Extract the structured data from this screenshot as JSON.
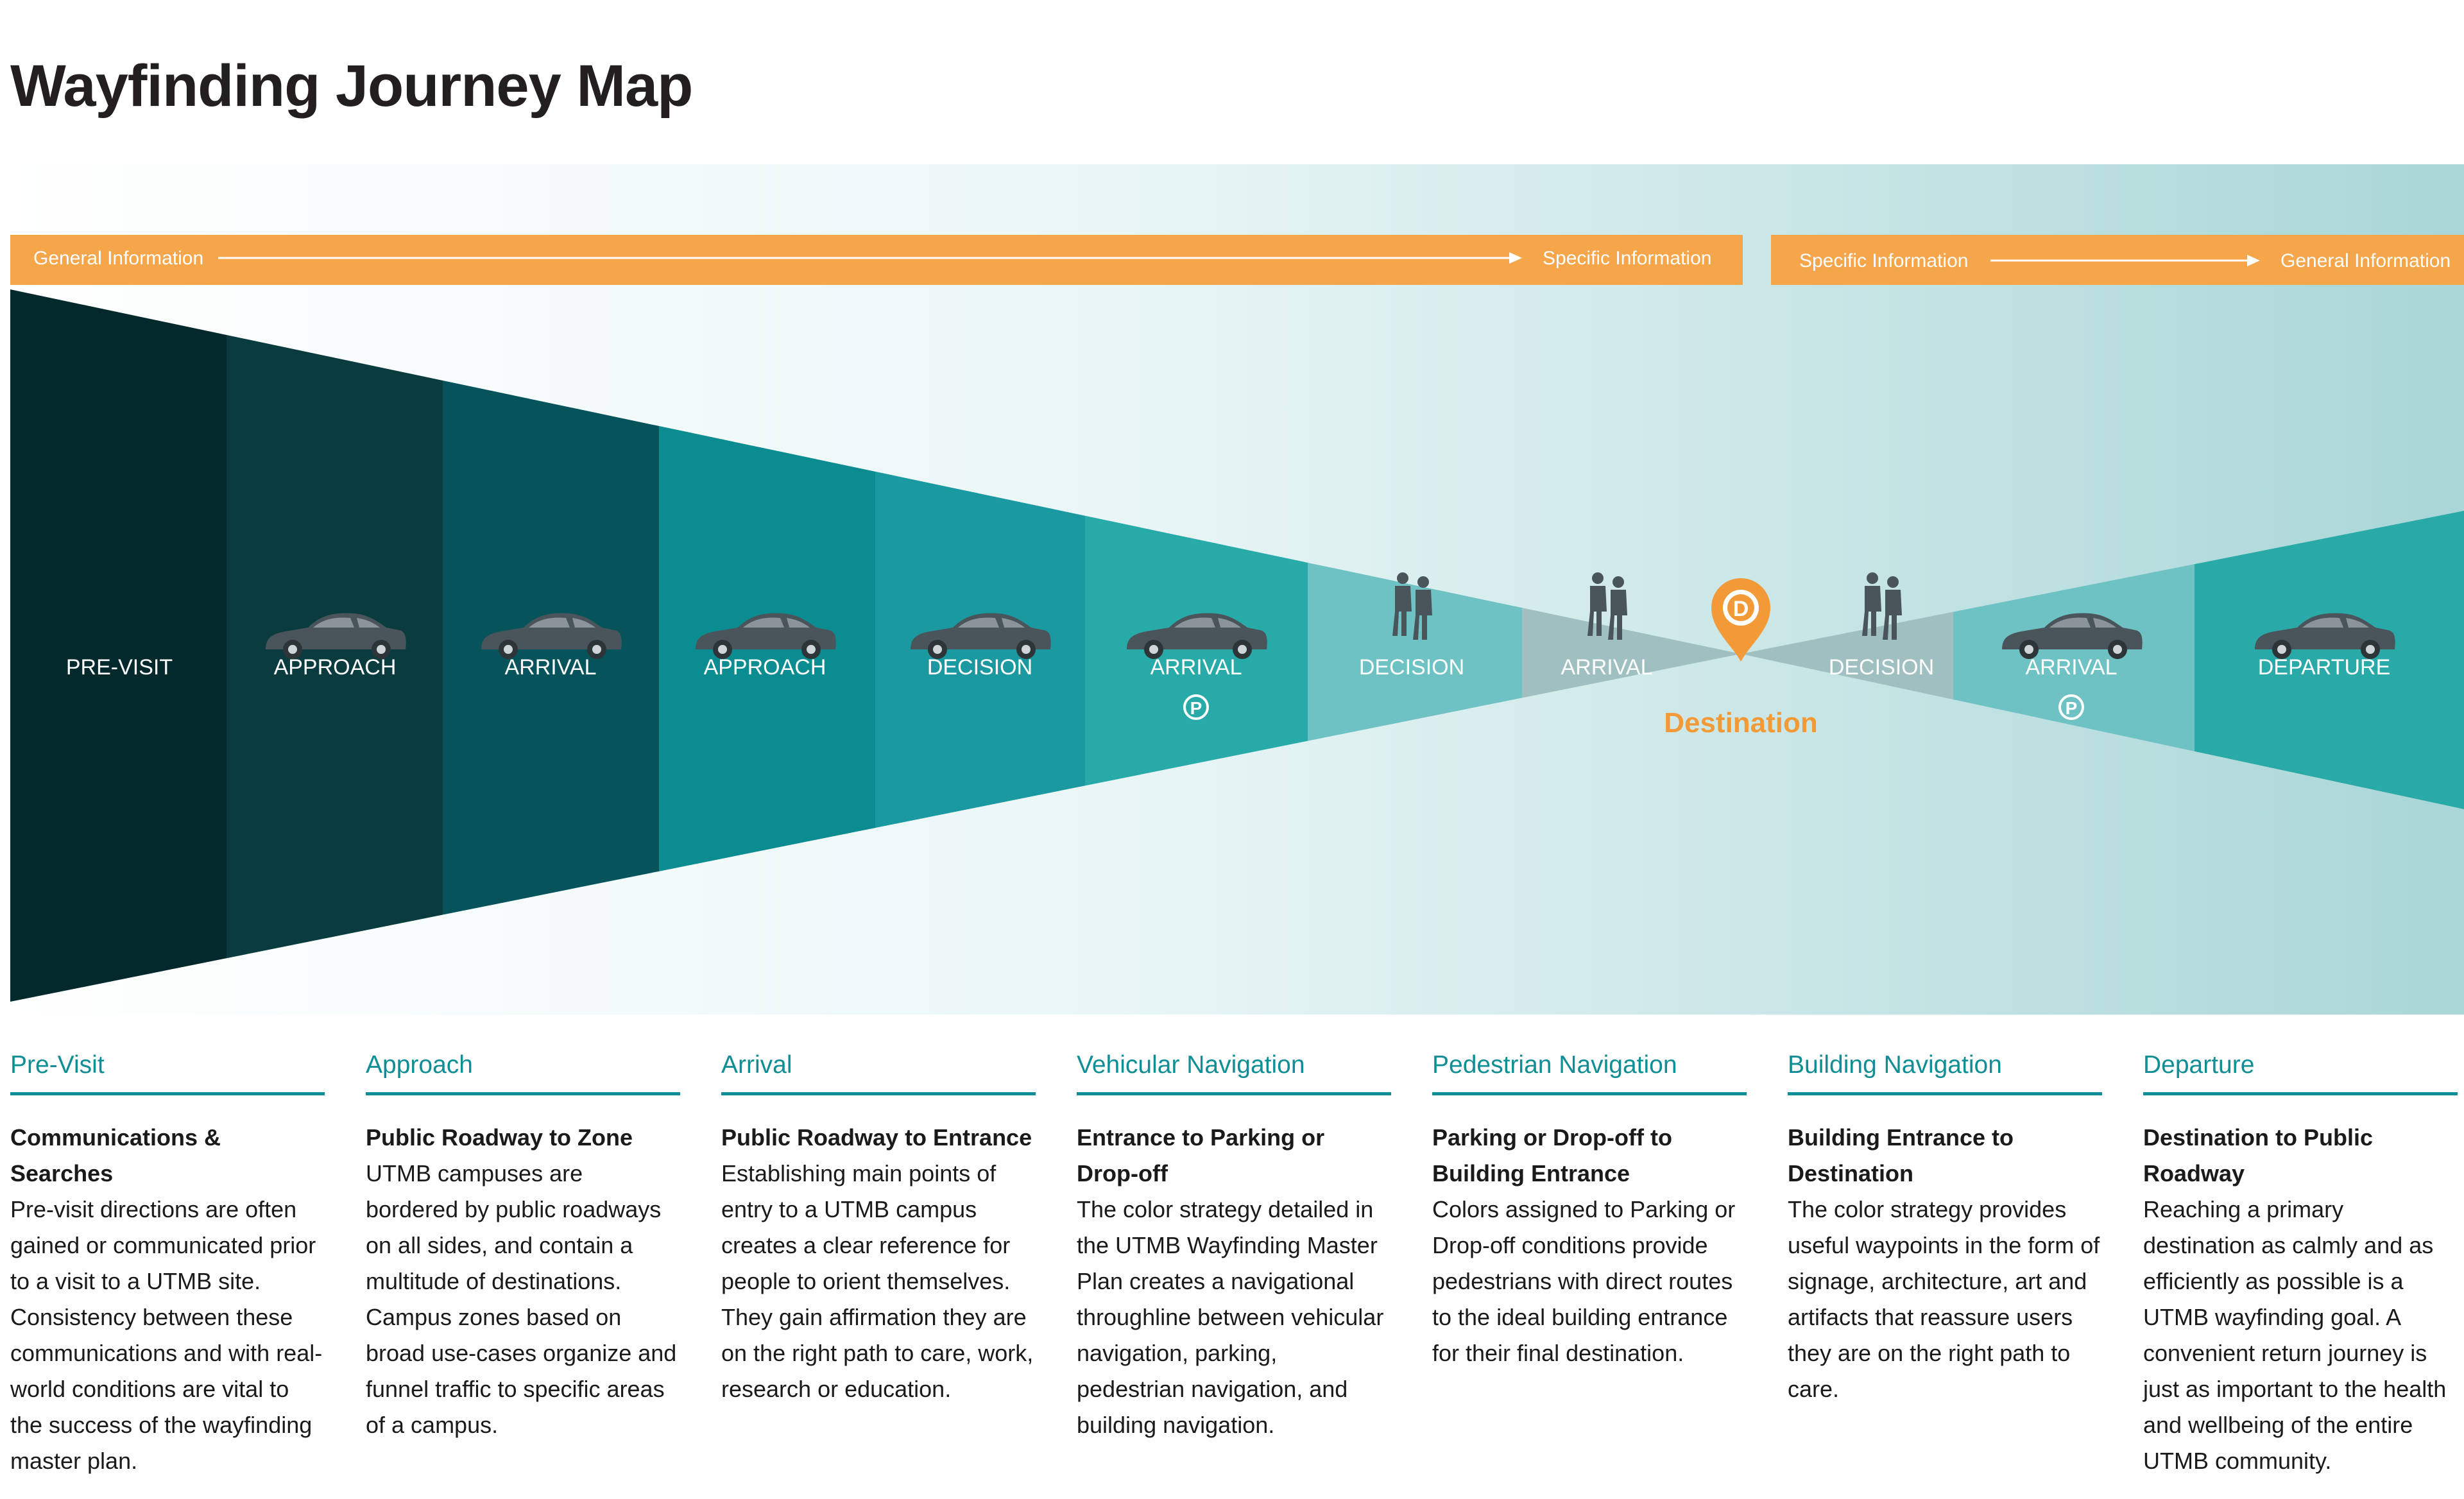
{
  "page": {
    "title": "Wayfinding Journey Map"
  },
  "info_bar": {
    "left": {
      "start_label": "General Information",
      "end_label": "Specific Information"
    },
    "right": {
      "start_label": "Specific Information",
      "end_label": "General Information"
    },
    "color": "#f5a54a"
  },
  "stages": [
    {
      "label": "PRE-VISIT",
      "icon": "none",
      "parking": false,
      "color": "#03292c"
    },
    {
      "label": "APPROACH",
      "icon": "car-icon",
      "parking": false,
      "color": "#0a3b3f"
    },
    {
      "label": "ARRIVAL",
      "icon": "car-icon",
      "parking": false,
      "color": "#06535c"
    },
    {
      "label": "APPROACH",
      "icon": "car-icon",
      "parking": false,
      "color": "#0b8c91"
    },
    {
      "label": "DECISION",
      "icon": "car-icon",
      "parking": false,
      "color": "#1b99a1"
    },
    {
      "label": "ARRIVAL",
      "icon": "car-icon",
      "parking": true,
      "color": "#28aaa8"
    },
    {
      "label": "DECISION",
      "icon": "pedestrians-icon",
      "parking": false,
      "color": "#6fc2c3"
    },
    {
      "label": "ARRIVAL",
      "icon": "pedestrians-icon",
      "parking": false,
      "color": "#9fbfc0"
    },
    {
      "label": "DECISION",
      "icon": "pedestrians-icon",
      "parking": false,
      "color": "#9fbfc0"
    },
    {
      "label": "ARRIVAL",
      "icon": "car-icon",
      "parking": true,
      "color": "#6fc2c3"
    },
    {
      "label": "DEPARTURE",
      "icon": "car-icon",
      "parking": false,
      "color": "#29aaa8"
    }
  ],
  "destination": {
    "label": "Destination",
    "marker_letter": "D",
    "color": "#f29a37"
  },
  "parking_symbol": "P",
  "columns": [
    {
      "title": "Pre-Visit",
      "subtitle": "Communications & Searches",
      "body": "Pre-visit directions are often gained or communicated prior to a visit to a UTMB site. Consistency between these communications and with real-world conditions are vital to the success of the wayfinding master plan."
    },
    {
      "title": "Approach",
      "subtitle": "Public Roadway to Zone",
      "body": "UTMB campuses are bordered by public roadways on all sides, and contain a multitude of destinations. Campus zones based on broad use-cases organize and funnel traffic to specific areas of a campus."
    },
    {
      "title": "Arrival",
      "subtitle": "Public Roadway to Entrance",
      "body": "Establishing main points of entry to a UTMB campus creates a clear reference for people to orient themselves. They gain affirmation they are on the right path to care, work, research or education."
    },
    {
      "title": "Vehicular Navigation",
      "subtitle": "Entrance to Parking or Drop-off",
      "body": "The color strategy detailed in the UTMB Wayfinding Master Plan creates a navigational throughline between vehicular navigation, parking, pedestrian navigation, and building navigation."
    },
    {
      "title": "Pedestrian Navigation",
      "subtitle": "Parking or Drop-off to Building Entrance",
      "body": "Colors assigned to Parking or Drop-off conditions provide pedestrians with direct routes to the ideal building entrance for their final destination."
    },
    {
      "title": "Building Navigation",
      "subtitle": "Building Entrance to Destination",
      "body": "The color strategy provides useful waypoints in the form of signage, architecture, art and artifacts that reassure users they are on the right path to care."
    },
    {
      "title": "Departure",
      "subtitle": "Destination to Public Roadway",
      "body": "Reaching a primary destination as calmly and as efficiently as possible is a UTMB wayfinding goal. A convenient return journey is just as important to the health and wellbeing of the entire UTMB community."
    }
  ]
}
